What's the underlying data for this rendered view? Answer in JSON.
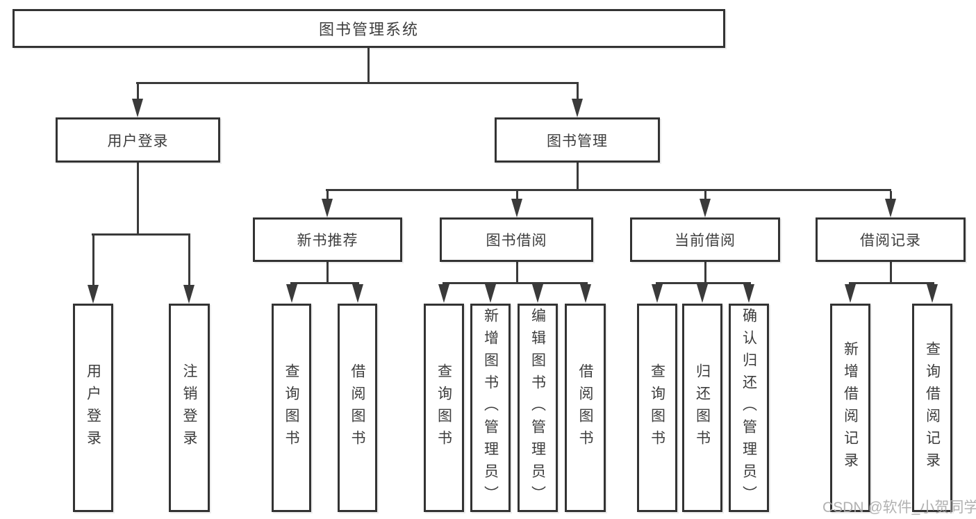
{
  "colors": {
    "line": "#3a3a3a",
    "border": "#333333",
    "text": "#3d3d3d",
    "watermark": "#a9a9a9",
    "background": "#ffffff"
  },
  "root": {
    "label": "图书管理系统"
  },
  "level2": {
    "user_login": {
      "label": "用户登录"
    },
    "book_management": {
      "label": "图书管理"
    }
  },
  "level3": {
    "new_book_recommend": {
      "label": "新书推荐"
    },
    "book_borrow": {
      "label": "图书借阅"
    },
    "current_borrow": {
      "label": "当前借阅"
    },
    "borrow_records": {
      "label": "借阅记录"
    }
  },
  "leaves": {
    "user_login": {
      "label": "用户登录"
    },
    "logout": {
      "label": "注销登录"
    },
    "query_books_recommend": {
      "label": "查询图书"
    },
    "borrow_books_recommend": {
      "label": "借阅图书"
    },
    "query_books_borrow": {
      "label": "查询图书"
    },
    "add_books_admin": {
      "label": "新增图书（管理员）"
    },
    "edit_books_admin": {
      "label": "编辑图书（管理员）"
    },
    "borrow_books": {
      "label": "借阅图书"
    },
    "query_books_current": {
      "label": "查询图书"
    },
    "return_books": {
      "label": "归还图书"
    },
    "confirm_return_admin": {
      "label": "确认归还（管理员）"
    },
    "add_borrow_record": {
      "label": "新增借阅记录"
    },
    "query_borrow_record": {
      "label": "查询借阅记录"
    }
  },
  "watermark": {
    "label": "CSDN @软件_小贺同学"
  }
}
